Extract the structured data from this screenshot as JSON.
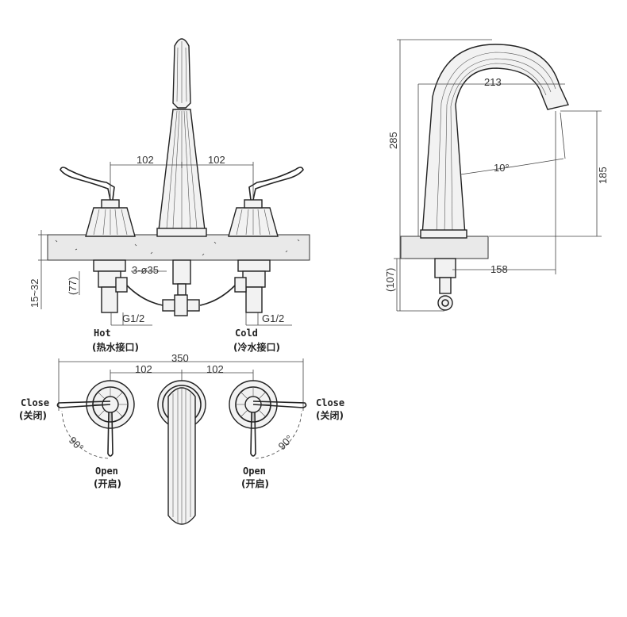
{
  "front_view": {
    "dims": {
      "left_spacing": "102",
      "right_spacing": "102",
      "hole": "3-ø35",
      "thread_left": "G1/2",
      "thread_right": "G1/2",
      "deck_thickness": "15~32",
      "below_deck": "(77)"
    },
    "labels": {
      "hot": "Hot",
      "hot_cn": "(热水接口)",
      "cold": "Cold",
      "cold_cn": "(冷水接口)"
    }
  },
  "side_view": {
    "dims": {
      "height": "285",
      "reach": "213",
      "spout_height": "185",
      "angle": "10°",
      "projection": "158",
      "below_deck": "(107)"
    }
  },
  "top_view": {
    "dims": {
      "overall": "350",
      "left_spacing": "102",
      "right_spacing": "102",
      "left_angle": "90°",
      "right_angle": "90°"
    },
    "labels": {
      "close_left": "Close",
      "close_left_cn": "(关闭)",
      "close_right": "Close",
      "close_right_cn": "(关闭)",
      "open_left": "Open",
      "open_left_cn": "(开启)",
      "open_right": "Open",
      "open_right_cn": "(开启)"
    }
  }
}
